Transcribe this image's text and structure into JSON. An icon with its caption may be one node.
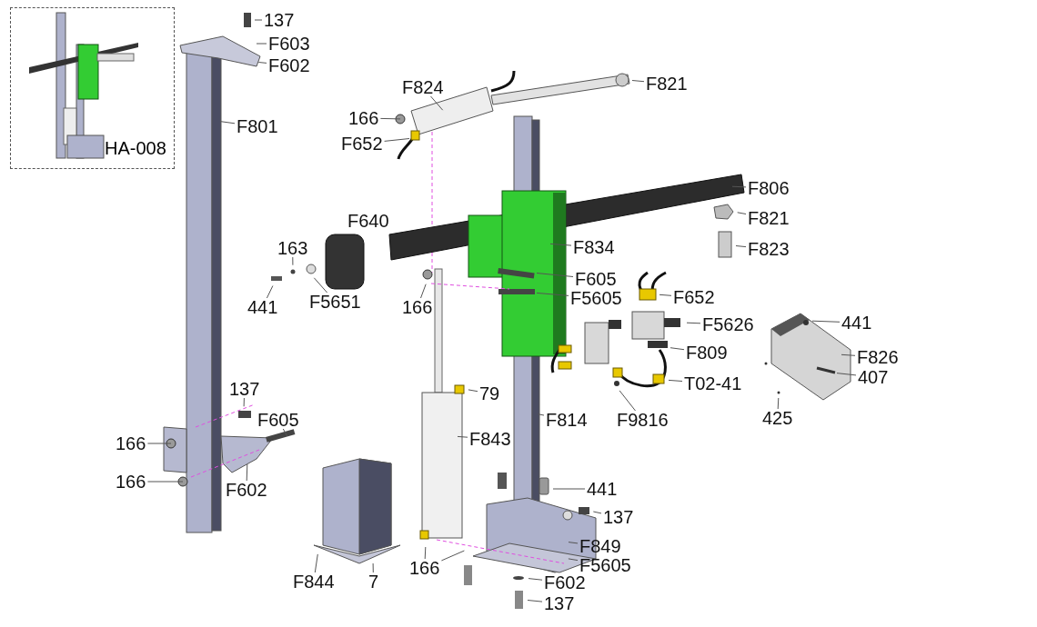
{
  "diagram": {
    "nodes": [
      {
        "text": [
          "HA-008"
        ]
      },
      {
        "text": [
          "137"
        ]
      },
      {
        "text": [
          "F603"
        ]
      },
      {
        "text": [
          "F602"
        ]
      },
      {
        "text": [
          "F801"
        ]
      },
      {
        "text": [
          "F824"
        ]
      },
      {
        "text": [
          "F821"
        ]
      },
      {
        "text": [
          "166"
        ]
      },
      {
        "text": [
          "F652"
        ]
      },
      {
        "text": [
          "F806"
        ]
      },
      {
        "text": [
          "F821"
        ]
      },
      {
        "text": [
          "163"
        ]
      },
      {
        "text": [
          "F834"
        ]
      },
      {
        "text": [
          "F823"
        ]
      },
      {
        "text": [
          "F605"
        ]
      },
      {
        "text": [
          "F5605"
        ]
      },
      {
        "text": [
          "441"
        ]
      },
      {
        "text": [
          "F5651"
        ]
      },
      {
        "text": [
          "166"
        ]
      },
      {
        "text": [
          "F652"
        ]
      },
      {
        "text": [
          "F5626"
        ]
      },
      {
        "text": [
          "441"
        ]
      },
      {
        "text": [
          "F809"
        ]
      },
      {
        "text": [
          "F826"
        ]
      },
      {
        "text": [
          "407"
        ]
      },
      {
        "text": [
          "T02-41"
        ]
      },
      {
        "text": [
          "137"
        ]
      },
      {
        "text": [
          "79"
        ]
      },
      {
        "text": [
          "F814"
        ]
      },
      {
        "text": [
          "F9816"
        ]
      },
      {
        "text": [
          "425"
        ]
      },
      {
        "text": [
          "F605"
        ]
      },
      {
        "text": [
          "F843"
        ]
      },
      {
        "text": [
          "166"
        ]
      },
      {
        "text": [
          "F602"
        ]
      },
      {
        "text": [
          "166"
        ]
      },
      {
        "text": [
          "441"
        ]
      },
      {
        "text": [
          "137"
        ]
      },
      {
        "text": [
          "F849"
        ]
      },
      {
        "text": [
          "F5605"
        ]
      },
      {
        "text": [
          "166"
        ]
      },
      {
        "text": [
          "F844"
        ]
      },
      {
        "text": [
          "7"
        ]
      },
      {
        "text": [
          "F602"
        ]
      },
      {
        "text": [
          "137"
        ]
      }
    ],
    "edges": [
      {
        "from": 1,
        "to": null,
        "arrow": "none"
      },
      {
        "from": 2,
        "to": null,
        "arrow": "none"
      },
      {
        "from": 3,
        "to": null,
        "arrow": "none"
      },
      {
        "from": 4,
        "to": null,
        "arrow": "none"
      },
      {
        "from": 5,
        "to": null,
        "arrow": "none"
      },
      {
        "from": 6,
        "to": null,
        "arrow": "none"
      },
      {
        "from": 7,
        "to": null,
        "arrow": "none"
      },
      {
        "from": 8,
        "to": null,
        "arrow": "none"
      },
      {
        "from": 9,
        "to": null,
        "arrow": "none"
      },
      {
        "from": 10,
        "to": null,
        "arrow": "none"
      },
      {
        "from": 11,
        "to": null,
        "arrow": "none"
      },
      {
        "from": 12,
        "to": null,
        "arrow": "none"
      },
      {
        "from": 13,
        "to": null,
        "arrow": "none"
      },
      {
        "from": 14,
        "to": null,
        "arrow": "none"
      },
      {
        "from": 15,
        "to": null,
        "arrow": "none"
      },
      {
        "from": 16,
        "to": null,
        "arrow": "none"
      },
      {
        "from": 17,
        "to": null,
        "arrow": "none"
      },
      {
        "from": 18,
        "to": null,
        "arrow": "none"
      },
      {
        "from": 19,
        "to": null,
        "arrow": "none"
      },
      {
        "from": 20,
        "to": null,
        "arrow": "none"
      },
      {
        "from": 21,
        "to": null,
        "arrow": "none"
      },
      {
        "from": 22,
        "to": null,
        "arrow": "none"
      },
      {
        "from": 23,
        "to": null,
        "arrow": "none"
      },
      {
        "from": 24,
        "to": null,
        "arrow": "none"
      },
      {
        "from": 25,
        "to": null,
        "arrow": "none"
      },
      {
        "from": 26,
        "to": null,
        "arrow": "none"
      },
      {
        "from": 27,
        "to": null,
        "arrow": "none"
      },
      {
        "from": 28,
        "to": null,
        "arrow": "none"
      },
      {
        "from": 29,
        "to": null,
        "arrow": "none"
      },
      {
        "from": 30,
        "to": null,
        "arrow": "none"
      },
      {
        "from": 31,
        "to": null,
        "arrow": "none"
      },
      {
        "from": 32,
        "to": null,
        "arrow": "none"
      },
      {
        "from": 33,
        "to": null,
        "arrow": "none"
      },
      {
        "from": 34,
        "to": null,
        "arrow": "none"
      },
      {
        "from": 35,
        "to": null,
        "arrow": "none"
      },
      {
        "from": 36,
        "to": null,
        "arrow": "none"
      },
      {
        "from": 37,
        "to": null,
        "arrow": "none"
      },
      {
        "from": 38,
        "to": null,
        "arrow": "none"
      },
      {
        "from": 39,
        "to": null,
        "arrow": "none"
      },
      {
        "from": 40,
        "to": null,
        "arrow": "none"
      },
      {
        "from": 41,
        "to": null,
        "arrow": "none"
      },
      {
        "from": 42,
        "to": null,
        "arrow": "none"
      },
      {
        "from": 43,
        "to": null,
        "arrow": "none"
      },
      {
        "from": 44,
        "to": null,
        "arrow": "none"
      },
      {
        "from": 40,
        "to": null,
        "arrow": "none"
      }
    ],
    "labels": [
      "F640"
    ]
  }
}
